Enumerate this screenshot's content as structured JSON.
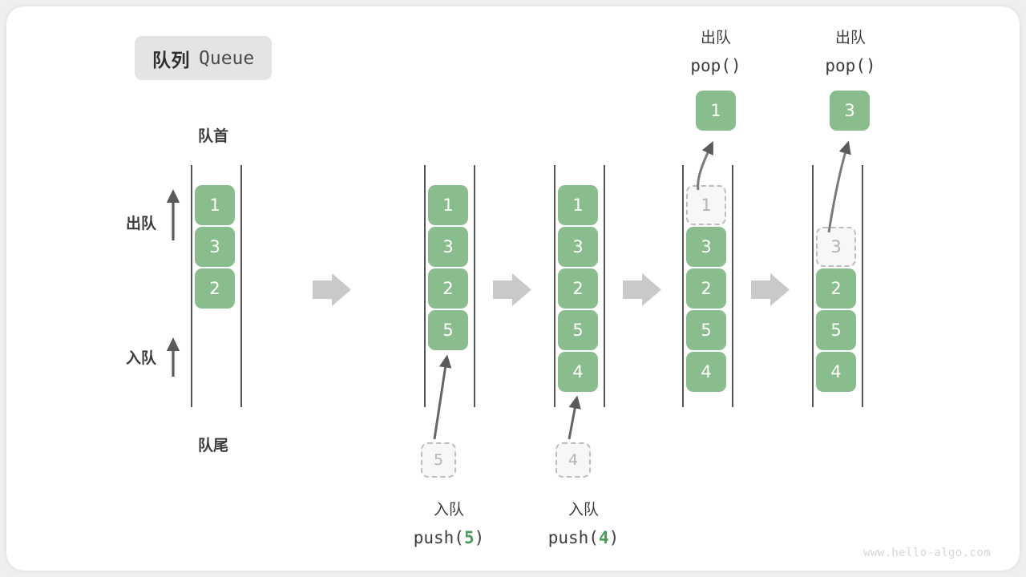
{
  "canvas": {
    "background": "#efefef",
    "card_background": "#ffffff",
    "accent_green": "#89bd8d",
    "ghost_gray": "#bdbdbd",
    "arrow_gray": "#c6c6c6",
    "rail_gray": "#555555"
  },
  "title": {
    "cn": "队列",
    "en": "Queue"
  },
  "labels": {
    "head": "队首",
    "tail": "队尾",
    "dequeue_side": "出队",
    "enqueue_side": "入队"
  },
  "operations": {
    "push5": {
      "cn": "入队",
      "fn_prefix": "push(",
      "arg": "5",
      "fn_suffix": ")"
    },
    "push4": {
      "cn": "入队",
      "fn_prefix": "push(",
      "arg": "4",
      "fn_suffix": ")"
    },
    "pop1": {
      "cn": "出队",
      "code": "pop()"
    },
    "pop2": {
      "cn": "出队",
      "code": "pop()"
    }
  },
  "stages": [
    {
      "name": "initial",
      "cells": [
        {
          "value": "1",
          "state": "filled"
        },
        {
          "value": "3",
          "state": "filled"
        },
        {
          "value": "2",
          "state": "filled"
        }
      ]
    },
    {
      "name": "after-push-5",
      "cells": [
        {
          "value": "1",
          "state": "filled"
        },
        {
          "value": "3",
          "state": "filled"
        },
        {
          "value": "2",
          "state": "filled"
        },
        {
          "value": "5",
          "state": "filled"
        }
      ],
      "incoming": {
        "value": "5",
        "state": "ghost"
      }
    },
    {
      "name": "after-push-4",
      "cells": [
        {
          "value": "1",
          "state": "filled"
        },
        {
          "value": "3",
          "state": "filled"
        },
        {
          "value": "2",
          "state": "filled"
        },
        {
          "value": "5",
          "state": "filled"
        },
        {
          "value": "4",
          "state": "filled"
        }
      ],
      "incoming": {
        "value": "4",
        "state": "ghost"
      }
    },
    {
      "name": "after-pop-1",
      "cells": [
        {
          "value": "1",
          "state": "ghost"
        },
        {
          "value": "3",
          "state": "filled"
        },
        {
          "value": "2",
          "state": "filled"
        },
        {
          "value": "5",
          "state": "filled"
        },
        {
          "value": "4",
          "state": "filled"
        }
      ],
      "outgoing": {
        "value": "1",
        "state": "filled"
      }
    },
    {
      "name": "after-pop-3",
      "cells": [
        {
          "value": "3",
          "state": "ghost"
        },
        {
          "value": "2",
          "state": "filled"
        },
        {
          "value": "5",
          "state": "filled"
        },
        {
          "value": "4",
          "state": "filled"
        }
      ],
      "outgoing": {
        "value": "3",
        "state": "filled"
      }
    }
  ],
  "watermark": "www.hello-algo.com"
}
